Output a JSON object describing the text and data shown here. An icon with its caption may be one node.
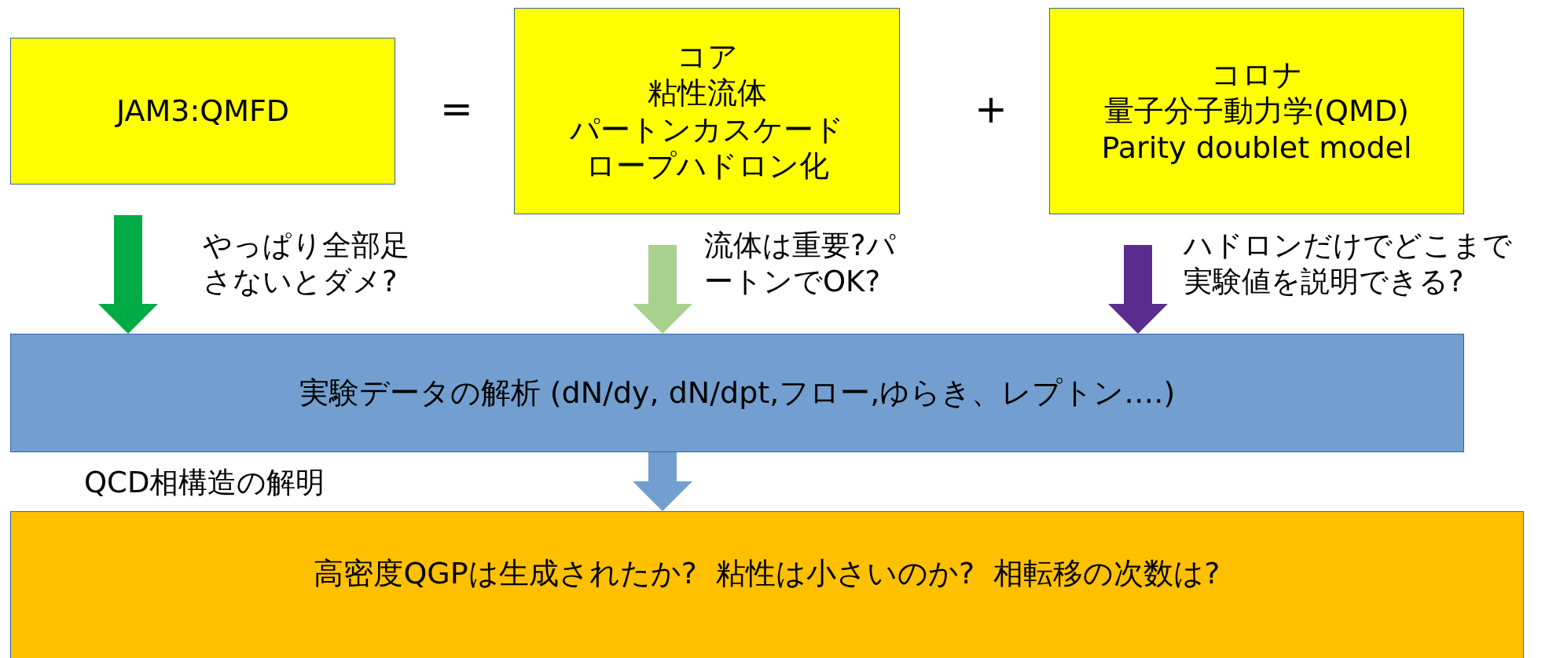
{
  "diagram": {
    "nodes": [
      {
        "text": [
          "JAM3:QMFD"
        ]
      },
      {
        "text": [
          "コア",
          "粘性流体",
          "パートンカスケード",
          "ロープハドロン化"
        ]
      },
      {
        "text": [
          "コロナ",
          "量子分子動力学(QMD)",
          "Parity doublet model"
        ]
      },
      {
        "text": [
          "実験データの解析 (dN/dy, dN/dpt,フロー,ゆらき、レプトン….)"
        ]
      },
      {
        "text": [
          "高密度QGPは生成されたか?  粘性は小さいのか?  相転移の次数は?"
        ]
      }
    ],
    "edges": [
      {
        "from": null,
        "to": 3,
        "arrow": "to",
        "label": "やっぱり全部足さないとダメ?",
        "color": "#00aa44"
      },
      {
        "from": null,
        "to": 3,
        "arrow": "to",
        "label": "流体は重要?パートンでOK?",
        "color": "#a9d18e"
      },
      {
        "from": null,
        "to": 3,
        "arrow": "to",
        "label": "ハドロンだけでどこまで実験値を説明できる?",
        "color": "#5b2d8f"
      },
      {
        "from": 3,
        "to": 4,
        "arrow": "to",
        "color": "#729fcf"
      }
    ],
    "labels": [
      "=",
      "+",
      "QCD相構造の解明"
    ]
  }
}
